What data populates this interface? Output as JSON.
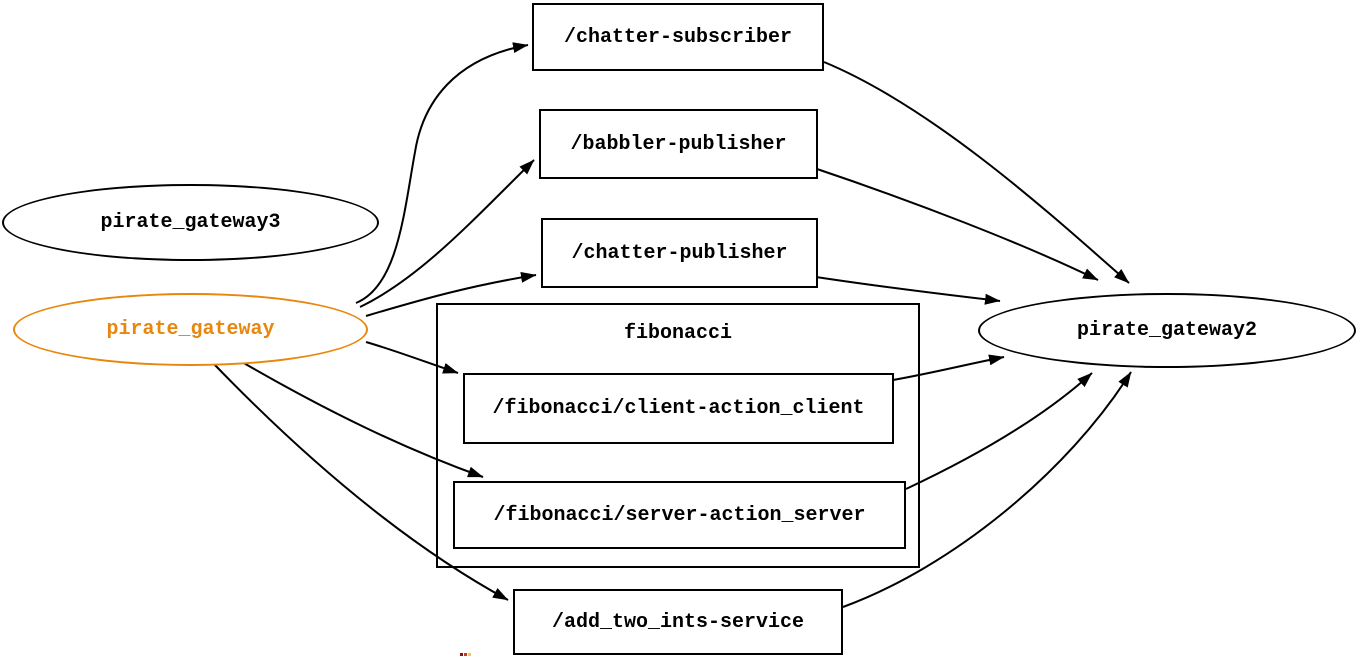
{
  "diagram": {
    "background_color": "#ffffff",
    "edge_color": "#000000",
    "highlight_color": "#e8860d",
    "nodes": {
      "pirate_gateway3": {
        "label": "pirate_gateway3",
        "shape": "ellipse",
        "color": "#000000"
      },
      "pirate_gateway": {
        "label": "pirate_gateway",
        "shape": "ellipse",
        "color": "#e8860d"
      },
      "pirate_gateway2": {
        "label": "pirate_gateway2",
        "shape": "ellipse",
        "color": "#000000"
      },
      "chatter_subscriber": {
        "label": "/chatter-subscriber",
        "shape": "box"
      },
      "babbler_publisher": {
        "label": "/babbler-publisher",
        "shape": "box"
      },
      "chatter_publisher": {
        "label": "/chatter-publisher",
        "shape": "box"
      },
      "fibonacci_cluster": {
        "label": "fibonacci",
        "shape": "cluster"
      },
      "fibonacci_client": {
        "label": "/fibonacci/client-action_client",
        "shape": "box"
      },
      "fibonacci_server": {
        "label": "/fibonacci/server-action_server",
        "shape": "box"
      },
      "add_two_ints_service": {
        "label": "/add_two_ints-service",
        "shape": "box"
      }
    },
    "edges": [
      {
        "from": "pirate_gateway",
        "to": "/chatter-subscriber"
      },
      {
        "from": "pirate_gateway",
        "to": "/babbler-publisher"
      },
      {
        "from": "pirate_gateway",
        "to": "/chatter-publisher"
      },
      {
        "from": "pirate_gateway",
        "to": "/fibonacci/client-action_client"
      },
      {
        "from": "pirate_gateway",
        "to": "/fibonacci/server-action_server"
      },
      {
        "from": "pirate_gateway",
        "to": "/add_two_ints-service"
      },
      {
        "from": "/chatter-subscriber",
        "to": "pirate_gateway2"
      },
      {
        "from": "/babbler-publisher",
        "to": "pirate_gateway2"
      },
      {
        "from": "/chatter-publisher",
        "to": "pirate_gateway2"
      },
      {
        "from": "/fibonacci/client-action_client",
        "to": "pirate_gateway2"
      },
      {
        "from": "/fibonacci/server-action_server",
        "to": "pirate_gateway2"
      },
      {
        "from": "/add_two_ints-service",
        "to": "pirate_gateway2"
      }
    ]
  }
}
